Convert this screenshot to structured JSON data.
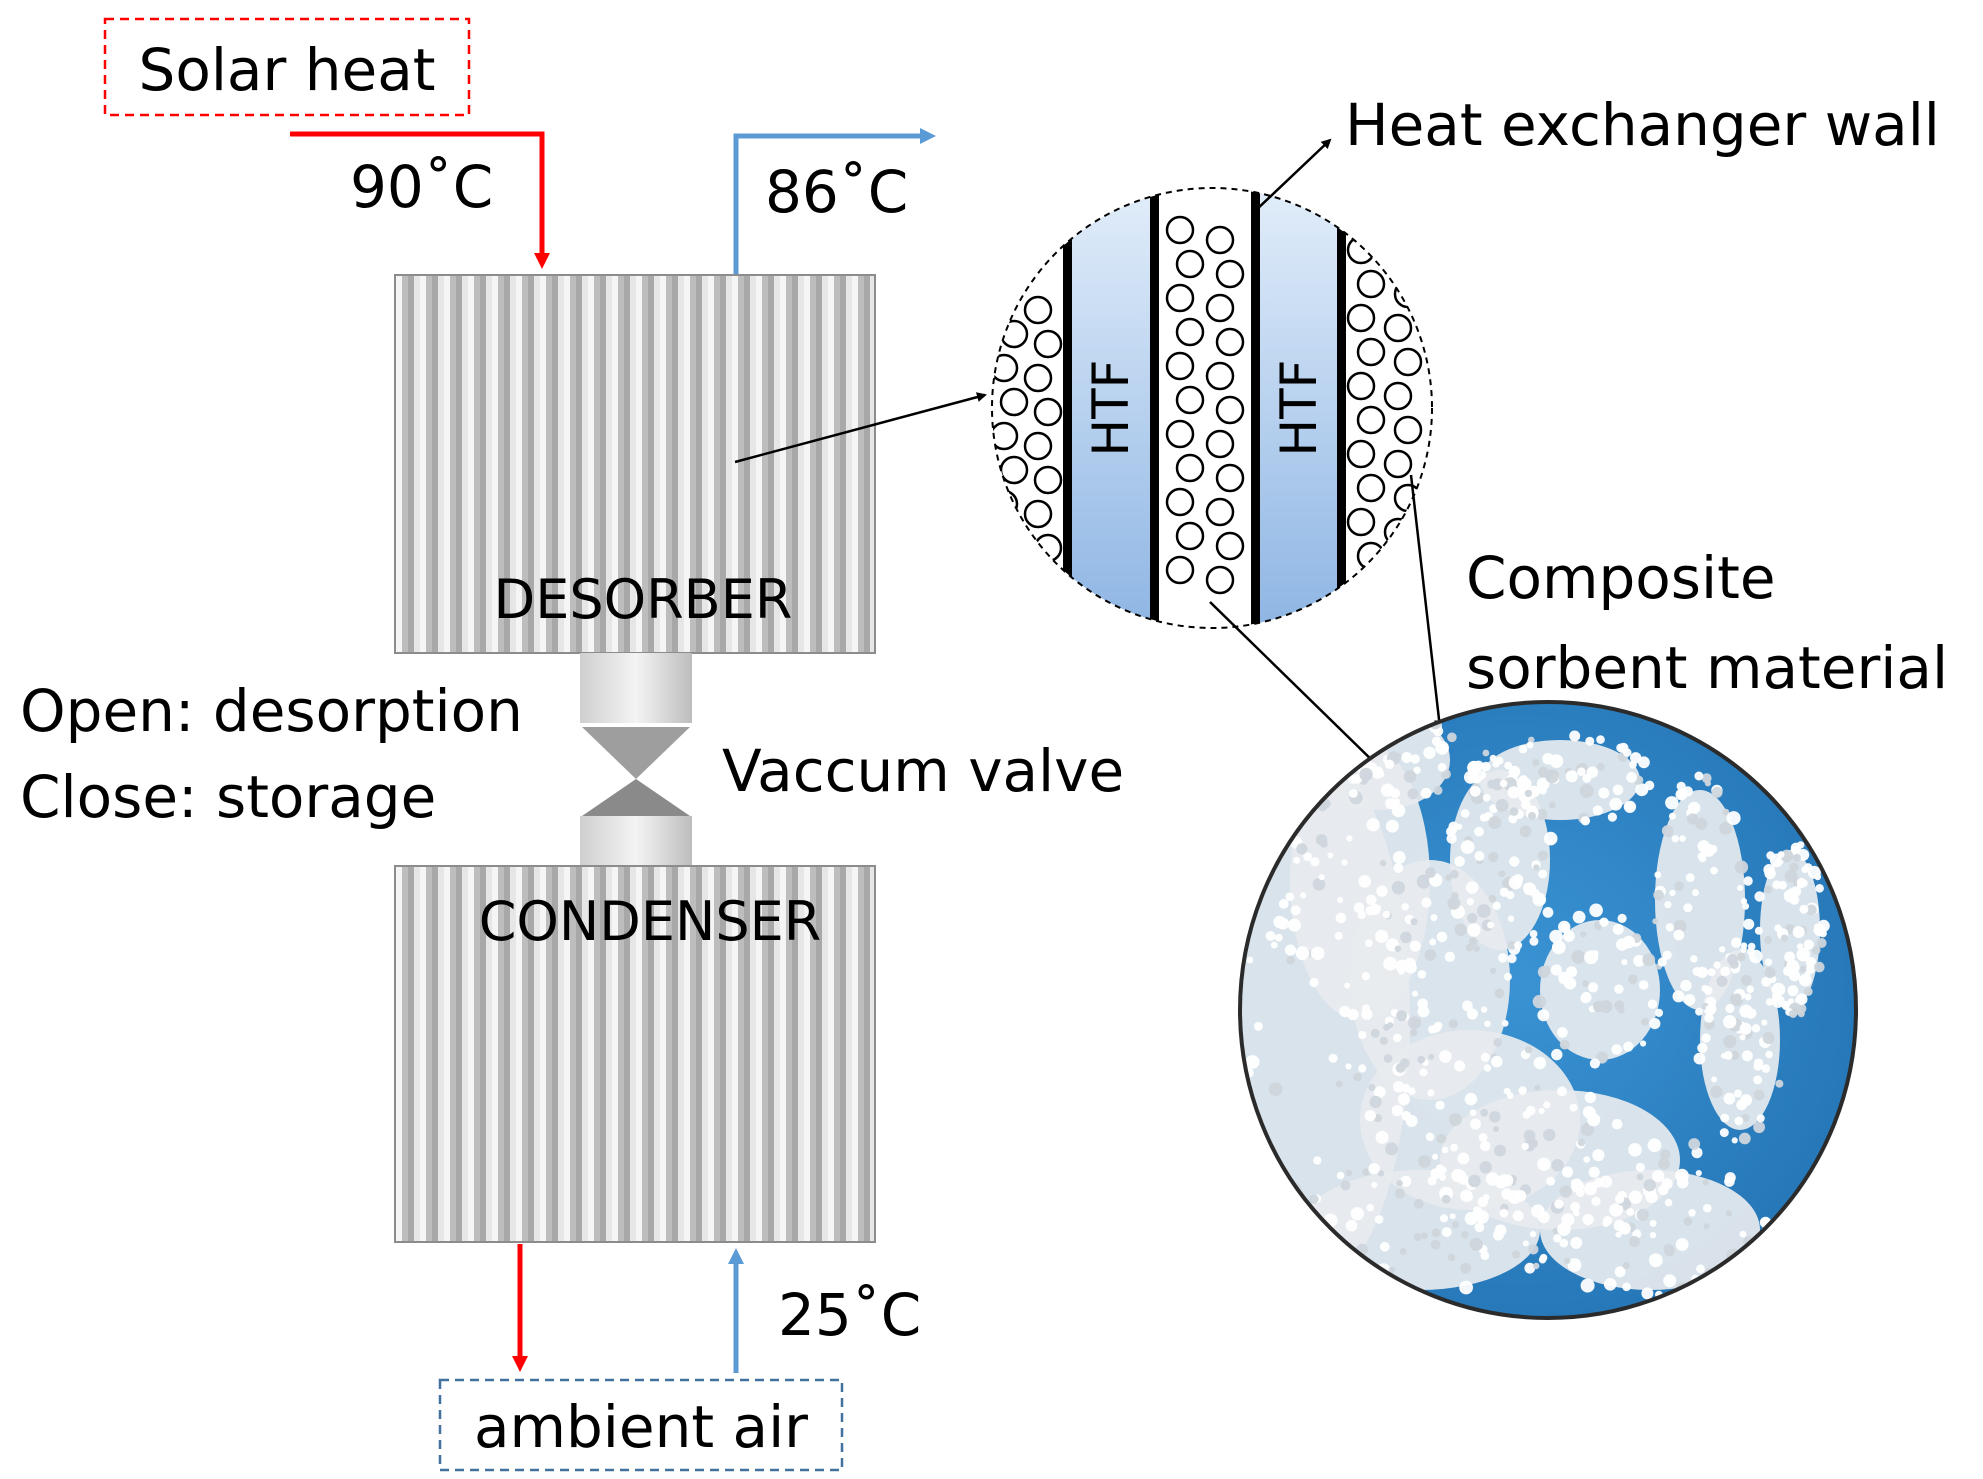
{
  "labels": {
    "solar_heat": "Solar heat",
    "temp_hot_in": "90˚C",
    "temp_hot_out": "86˚C",
    "desorber": "DESORBER",
    "condenser": "CONDENSER",
    "valve_open": "Open: desorption",
    "valve_close": "Close: storage",
    "vacuum_valve": "Vaccum valve",
    "temp_ambient_in": "25˚C",
    "ambient_air": "ambient air",
    "heat_exchanger_wall": "Heat exchanger wall",
    "htf": "HTF",
    "composite_line1": "Composite",
    "composite_line2": "sorbent material"
  },
  "colors": {
    "hot": "#ff0000",
    "cool": "#5b9bd5",
    "ambient_box": "#41719c",
    "htf_top": "#dae8f7",
    "htf_bottom": "#8cb4e3",
    "photo_blue": "#2f86c8",
    "granule_white": "#f2f2f2"
  },
  "icons": {
    "valve": "bowtie-valve-icon",
    "zoom_arrow": "arrow-right-icon"
  }
}
